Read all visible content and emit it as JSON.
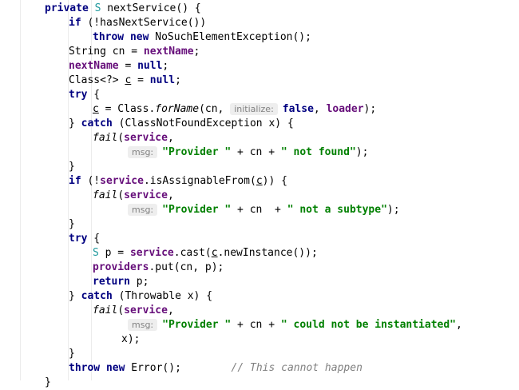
{
  "code": {
    "l1": {
      "private": "private",
      "type": "S",
      "name": "nextService() {"
    },
    "l2": {
      "if": "if",
      "cond": "(!hasNextService())"
    },
    "l3": {
      "throw": "throw",
      "new": "new",
      "expr": "NoSuchElementException();"
    },
    "l4": {
      "decl": "String cn = ",
      "field": "nextName",
      "end": ";"
    },
    "l5": {
      "field": "nextName",
      "eq": " = ",
      "null": "null",
      "end": ";"
    },
    "l6": {
      "decl": "Class<?> ",
      "var": "c",
      "eq": " = ",
      "null": "null",
      "end": ";"
    },
    "l7": {
      "try": "try",
      "brace": " {"
    },
    "l8": {
      "var": "c",
      "expr1": " = Class.",
      "method": "forName",
      "expr2": "(cn, ",
      "hint": "initialize:",
      "false": "false",
      "comma": ", ",
      "loader": "loader",
      "end": ");"
    },
    "l9": {
      "close": "} ",
      "catch": "catch",
      "expr": " (ClassNotFoundException x) {"
    },
    "l10": {
      "fail": "fail",
      "paren": "(",
      "service": "service",
      "comma": ","
    },
    "l11": {
      "hint": "msg:",
      "str1": "\"Provider \"",
      "mid": " + cn + ",
      "str2": "\" not found\"",
      "end": ");"
    },
    "l12": {
      "close": "}"
    },
    "l13": {
      "if": "if",
      "p1": " (!",
      "service": "service",
      "p2": ".isAssignableFrom(",
      "var": "c",
      "p3": ")) {"
    },
    "l14": {
      "fail": "fail",
      "paren": "(",
      "service": "service",
      "comma": ","
    },
    "l15": {
      "hint": "msg:",
      "str1": "\"Provider \"",
      "mid": " + cn  + ",
      "str2": "\" not a subtype\"",
      "end": ");"
    },
    "l16": {
      "close": "}"
    },
    "l17": {
      "try": "try",
      "brace": " {"
    },
    "l18": {
      "type": "S",
      "p1": " p = ",
      "service": "service",
      "p2": ".cast(",
      "var": "c",
      "p3": ".newInstance());"
    },
    "l19": {
      "field": "providers",
      "expr": ".put(cn, p);"
    },
    "l20": {
      "return": "return",
      "expr": " p;"
    },
    "l21": {
      "close": "} ",
      "catch": "catch",
      "expr": " (Throwable x) {"
    },
    "l22": {
      "fail": "fail",
      "paren": "(",
      "service": "service",
      "comma": ","
    },
    "l23": {
      "hint": "msg:",
      "str1": "\"Provider \"",
      "mid": " + cn + ",
      "str2": "\" could not be instantiated\"",
      "end": ","
    },
    "l24": {
      "expr": "x);"
    },
    "l25": {
      "close": "}"
    },
    "l26": {
      "throw": "throw",
      "new": "new",
      "expr": "Error();",
      "comment": "// This cannot happen"
    },
    "l27": {
      "close": "}"
    }
  },
  "colors": {
    "keyword": "#000080",
    "field": "#660e7a",
    "string": "#008000",
    "comment": "#808080",
    "generic_type": "#20999d",
    "hint_bg": "#eeeeee"
  }
}
